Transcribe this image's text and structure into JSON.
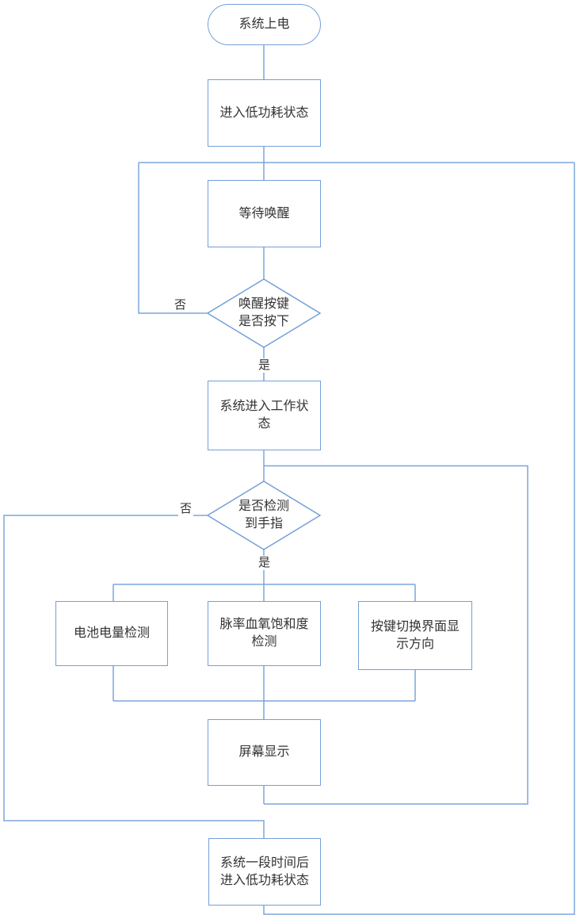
{
  "colors": {
    "line": "#7ba5db",
    "border": "#74a0d8",
    "text": "#333333",
    "bg": "#ffffff"
  },
  "flowchart": {
    "nodes": {
      "power_on": {
        "label": "系统上电"
      },
      "enter_low_power": {
        "label": "进入低功耗状态"
      },
      "wait_wake": {
        "label": "等待唤醒"
      },
      "wake_key_decision": {
        "label": "唤醒按键是否按下"
      },
      "work_state": {
        "label": "系统进入工作状态"
      },
      "finger_decision": {
        "label": "是否检测到手指"
      },
      "battery_check": {
        "label": "电池电量检测"
      },
      "pulse_spo2_check": {
        "label": "脉率血氧饱和度检测"
      },
      "key_switch_display": {
        "label": "按键切换界面显示方向"
      },
      "screen_display": {
        "label": "屏幕显示"
      },
      "timeout_low_power": {
        "label": "系统一段时间后进入低功耗状态"
      }
    },
    "edge_labels": {
      "wake_no": "否",
      "wake_yes": "是",
      "finger_no": "否",
      "finger_yes": "是"
    }
  }
}
